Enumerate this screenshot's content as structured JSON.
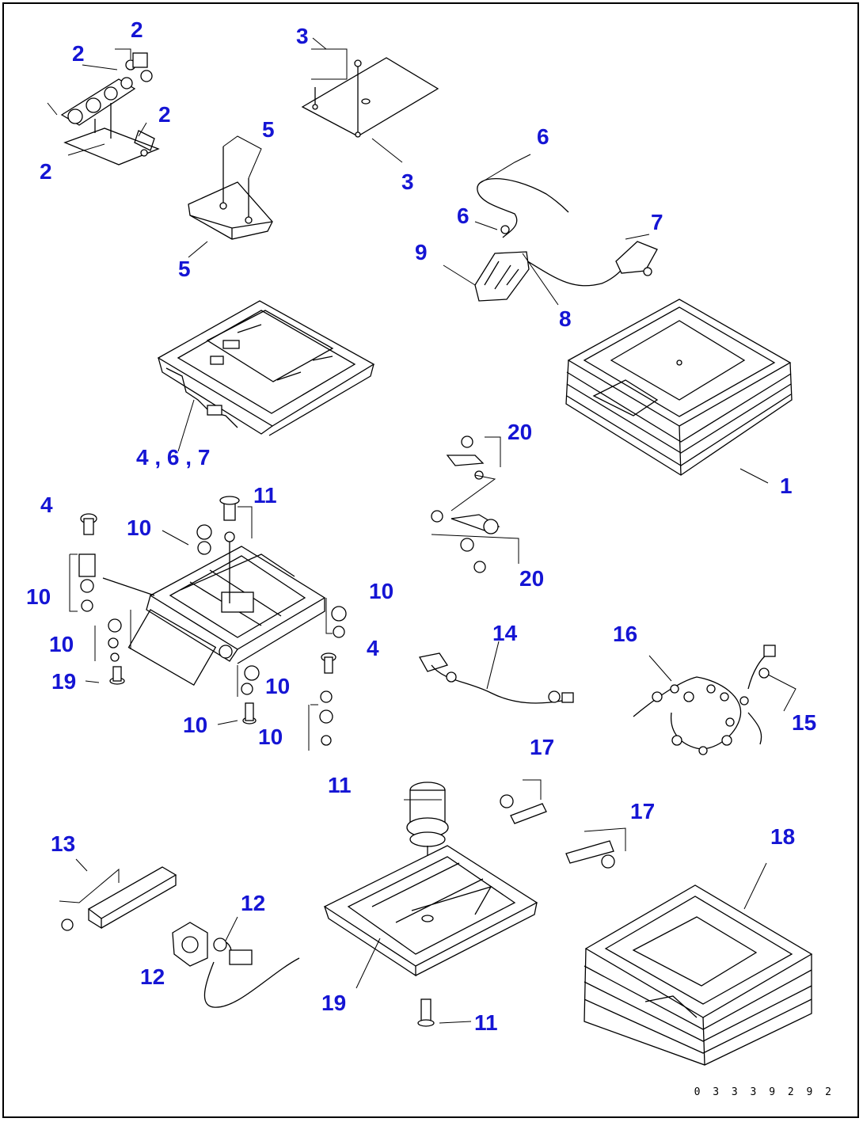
{
  "callouts": {
    "c2a": "2",
    "c2b": "2",
    "c2c": "2",
    "c2d": "2",
    "c3a": "3",
    "c3b": "3",
    "c5a": "5",
    "c5b": "5",
    "c6a": "6",
    "c6b": "6",
    "c7": "7",
    "c9": "9",
    "c8": "8",
    "c467": "4 , 6 , 7",
    "c1": "1",
    "c20a": "20",
    "c20b": "20",
    "c4a": "4",
    "c4b": "4",
    "c11a": "11",
    "c11b": "11",
    "c11c": "11",
    "c10a": "10",
    "c10b": "10",
    "c10c": "10",
    "c10d": "10",
    "c10e": "10",
    "c10f": "10",
    "c10g": "10",
    "c19a": "19",
    "c19b": "19",
    "c14": "14",
    "c16": "16",
    "c15": "15",
    "c17a": "17",
    "c17b": "17",
    "c13": "13",
    "c12a": "12",
    "c12b": "12",
    "c18": "18"
  },
  "drawing_code": "0 3 3 3 9 2 9 2",
  "colors": {
    "callout": "#1515d4",
    "line": "#000000",
    "background": "#ffffff"
  }
}
